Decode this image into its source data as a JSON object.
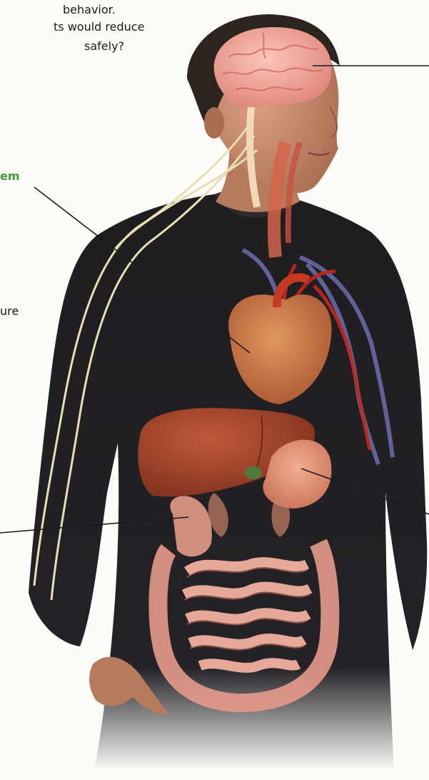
{
  "text": {
    "line1": "behavior.",
    "line2": "ts would reduce",
    "line3": "safely?",
    "system_label": "em",
    "ure_label": "ure"
  },
  "colors": {
    "shirt": "#1f1d20",
    "skin": "#c98866",
    "brain": "#f0a196",
    "heart": "#c2693f",
    "liver": "#9a3f26",
    "intestine": "#e59a8c",
    "nerve": "#e8e0b4",
    "vein": "#6a6fae",
    "artery": "#c1281c",
    "system_label": "#3f9a3a"
  }
}
